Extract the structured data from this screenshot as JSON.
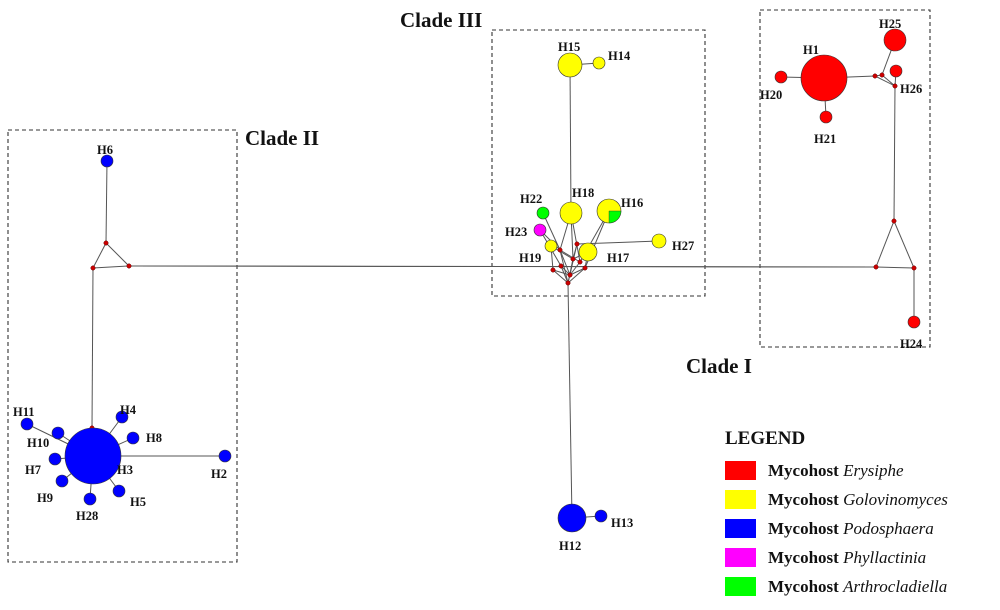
{
  "legend": {
    "title": "LEGEND",
    "prefix": "Mycohost",
    "items": [
      {
        "genus": "Erysiphe",
        "color": "#ff0000"
      },
      {
        "genus": "Golovinomyces",
        "color": "#ffff00"
      },
      {
        "genus": "Podosphaera",
        "color": "#0000ff"
      },
      {
        "genus": "Phyllactinia",
        "color": "#ff00ff"
      },
      {
        "genus": "Arthrocladiella",
        "color": "#00ff00"
      }
    ]
  },
  "clades": [
    {
      "id": "clade-i",
      "label": "Clade I"
    },
    {
      "id": "clade-ii",
      "label": "Clade II"
    },
    {
      "id": "clade-iii",
      "label": "Clade III"
    }
  ],
  "haplotypes": [
    {
      "id": "H1",
      "host": "Erysiphe"
    },
    {
      "id": "H2",
      "host": "Podosphaera"
    },
    {
      "id": "H3",
      "host": "Podosphaera"
    },
    {
      "id": "H4",
      "host": "Podosphaera"
    },
    {
      "id": "H5",
      "host": "Podosphaera"
    },
    {
      "id": "H6",
      "host": "Podosphaera"
    },
    {
      "id": "H7",
      "host": "Podosphaera"
    },
    {
      "id": "H8",
      "host": "Podosphaera"
    },
    {
      "id": "H9",
      "host": "Podosphaera"
    },
    {
      "id": "H10",
      "host": "Podosphaera"
    },
    {
      "id": "H11",
      "host": "Podosphaera"
    },
    {
      "id": "H12",
      "host": "Podosphaera"
    },
    {
      "id": "H13",
      "host": "Podosphaera"
    },
    {
      "id": "H14",
      "host": "Golovinomyces"
    },
    {
      "id": "H15",
      "host": "Golovinomyces"
    },
    {
      "id": "H16",
      "host": "Golovinomyces",
      "host2": "Arthrocladiella"
    },
    {
      "id": "H17",
      "host": "Golovinomyces"
    },
    {
      "id": "H18",
      "host": "Golovinomyces"
    },
    {
      "id": "H19",
      "host": "Golovinomyces"
    },
    {
      "id": "H20",
      "host": "Erysiphe"
    },
    {
      "id": "H21",
      "host": "Erysiphe"
    },
    {
      "id": "H22",
      "host": "Arthrocladiella"
    },
    {
      "id": "H23",
      "host": "Phyllactinia"
    },
    {
      "id": "H24",
      "host": "Erysiphe"
    },
    {
      "id": "H25",
      "host": "Erysiphe"
    },
    {
      "id": "H26",
      "host": "Erysiphe"
    },
    {
      "id": "H27",
      "host": "Golovinomyces"
    },
    {
      "id": "H28",
      "host": "Podosphaera"
    }
  ]
}
